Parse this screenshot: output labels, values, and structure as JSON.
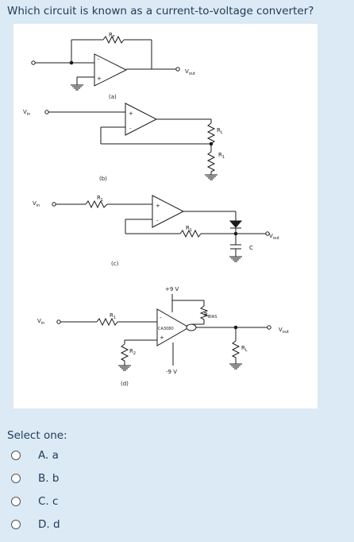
{
  "question": {
    "text": "Which circuit is known as a current-to-voltage converter?"
  },
  "figure": {
    "labels": {
      "a_rf": "R",
      "a_rf_sub": "F",
      "a_vout": "V",
      "a_vout_sub": "out",
      "a_caption": "(a)",
      "b_vin": "V",
      "b_vin_sub": "in",
      "b_rl": "R",
      "b_rl_sub": "L",
      "b_r1": "R",
      "b_r1_sub": "1",
      "b_caption": "(b)",
      "c_vin": "V",
      "c_vin_sub": "in",
      "c_r1": "R",
      "c_r1_sub": "1",
      "c_r1b": "R",
      "c_r1b_sub": "1",
      "c_vout": "V",
      "c_vout_sub": "out",
      "c_cap": "C",
      "c_caption": "(c)",
      "d_plus9": "+9 V",
      "d_rbias": "R",
      "d_rbias_sub": "BIAS",
      "d_vin": "V",
      "d_vin_sub": "in",
      "d_r1": "R",
      "d_r1_sub": "1",
      "d_chip": "CA3080",
      "d_vout": "V",
      "d_vout_sub": "out",
      "d_r2": "R",
      "d_r2_sub": "2",
      "d_rl": "R",
      "d_rl_sub": "L",
      "d_minus9": "-9 V",
      "d_caption": "(d)",
      "plus": "+",
      "minus": "-"
    }
  },
  "answer": {
    "select_label": "Select one:",
    "options": [
      {
        "label": "A. a"
      },
      {
        "label": "B. b"
      },
      {
        "label": "C. c"
      },
      {
        "label": "D. d"
      }
    ]
  }
}
